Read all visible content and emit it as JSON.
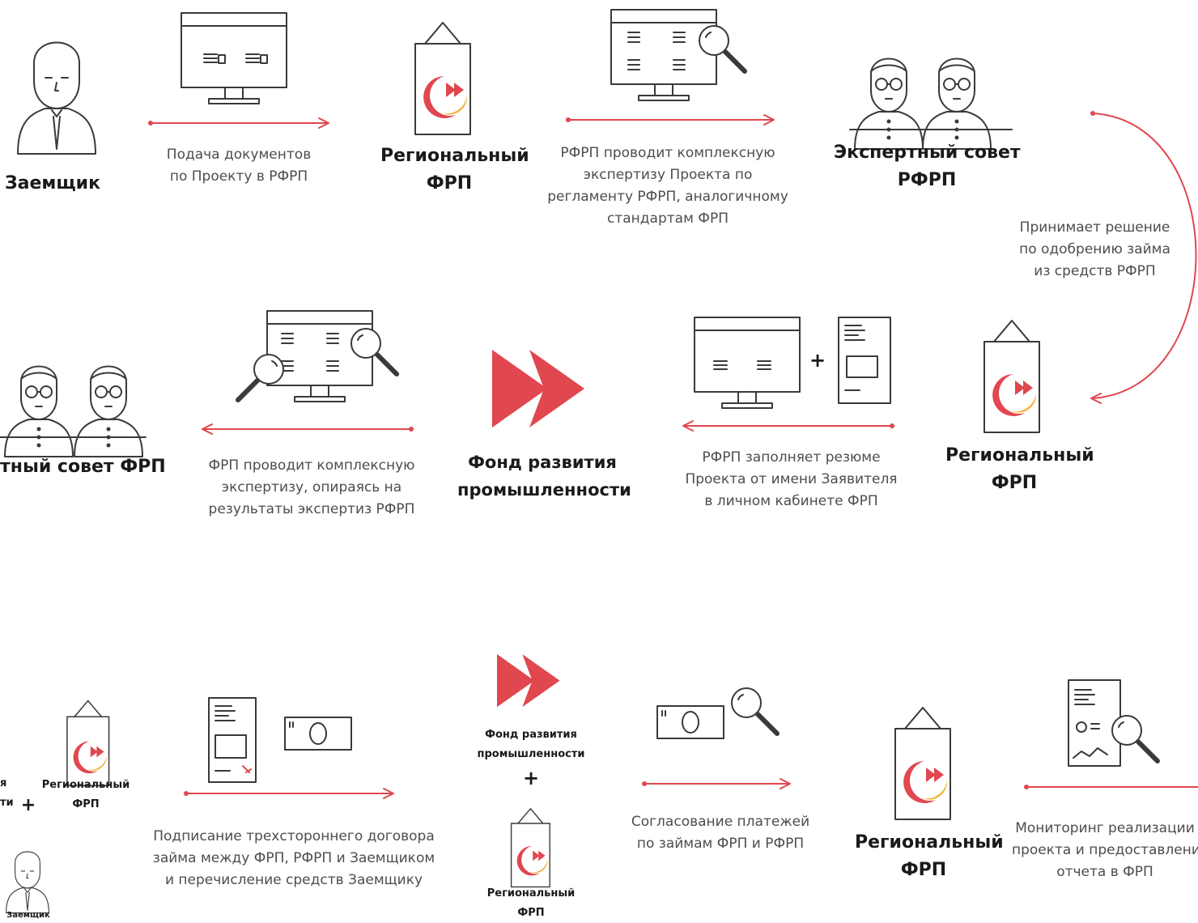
{
  "colors": {
    "accent": "#e0474f",
    "ink": "#3a3a3a",
    "text": "#4d4d4d",
    "logo_yellow": "#f2b233"
  },
  "row1": {
    "borrower_label": "Заемщик",
    "step_submit": [
      "Подача документов",
      "по Проекту в РФРП"
    ],
    "regional_frp": [
      "Региональный",
      "ФРП"
    ],
    "step_rfrp_expertise": [
      "РФРП проводит комплексную",
      "экспертизу Проекта по",
      "регламенту РФРП, аналогичному",
      "стандартам ФРП"
    ],
    "expert_council_rfrp": [
      "Экспертный совет",
      "РФРП"
    ],
    "step_decision": [
      "Принимает решение",
      "по одобрению займа",
      "из средств РФРП"
    ]
  },
  "row2": {
    "expert_council_frp": "тный совет ФРП",
    "step_frp_expertise": [
      "ФРП проводит комплексную",
      "экспертизу, опираясь на",
      "результаты экспертиз РФРП"
    ],
    "fund_name": [
      "Фонд развития",
      "промышленности"
    ],
    "step_resume": [
      "РФРП заполняет резюме",
      "Проекта от имени Заявителя",
      "в личном кабинете ФРП"
    ],
    "regional_frp": [
      "Региональный",
      "ФРП"
    ],
    "plus": "+"
  },
  "row3": {
    "left_partial_fund": [
      "я",
      "ти"
    ],
    "left_regional": [
      "Региональный",
      "ФРП"
    ],
    "left_borrower": "Заемщик",
    "plus": "+",
    "step_sign": [
      "Подписание трехстороннего договора",
      "займа между ФРП, РФРП и Заемщиком",
      "и перечисление средств Заемщику"
    ],
    "center_fund": [
      "Фонд развития",
      "промышленности"
    ],
    "center_regional": [
      "Региональный",
      "ФРП"
    ],
    "step_payments": [
      "Согласование платежей",
      "по займам ФРП и РФРП"
    ],
    "regional_frp": [
      "Региональный",
      "ФРП"
    ],
    "step_monitoring": [
      "Мониторинг реализации",
      "проекта и предоставлени",
      "отчета в ФРП"
    ]
  }
}
